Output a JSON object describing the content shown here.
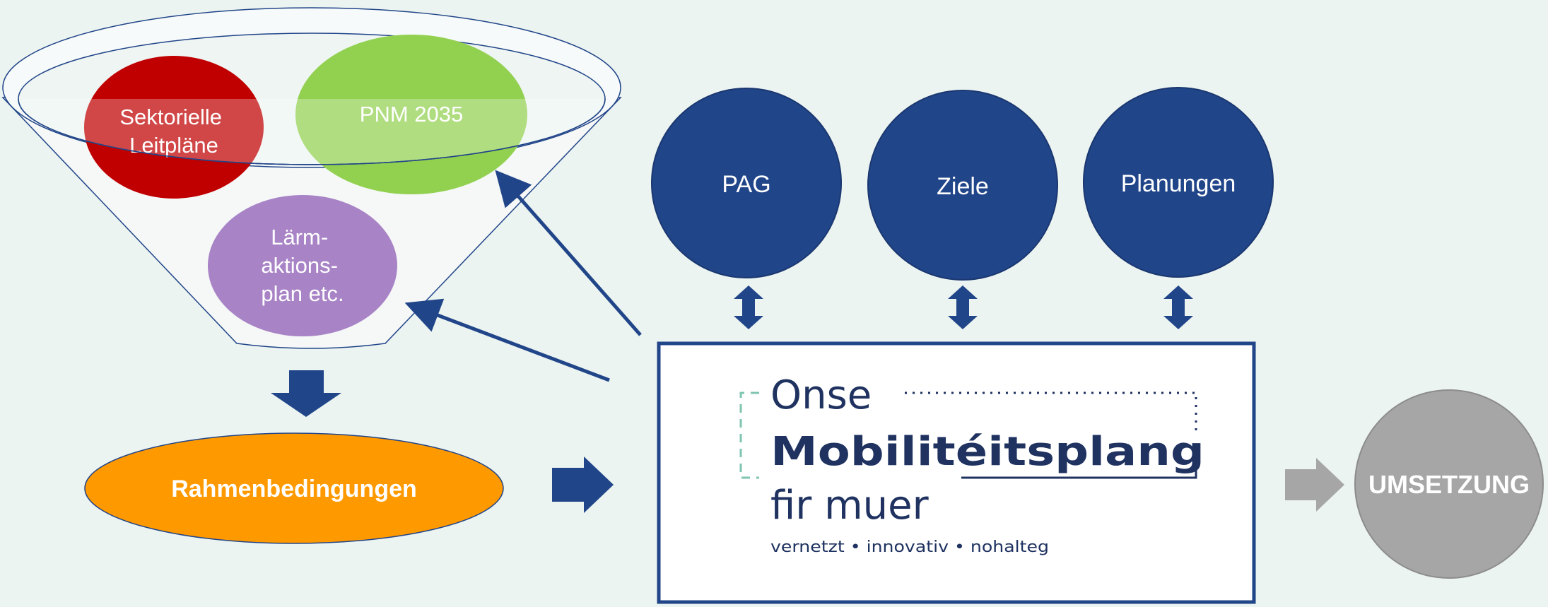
{
  "colors": {
    "background": "#ecf4f1",
    "navy": "#214589",
    "red": "#c00000",
    "green": "#92d050",
    "purple": "#a883c6",
    "orange": "#ff9900",
    "gray": "#a6a6a6",
    "logo_text": "#1f3260",
    "logo_teal": "#7fc4b0"
  },
  "funnel": {
    "items": [
      {
        "lines": [
          "Sektorielle",
          "Leitpläne"
        ]
      },
      {
        "lines": [
          "PNM 2035"
        ]
      },
      {
        "lines": [
          "Lärm-",
          "aktions-",
          "plan etc."
        ]
      }
    ]
  },
  "frame": {
    "label": "Rahmenbedingungen"
  },
  "circles": [
    {
      "label": "PAG"
    },
    {
      "label": "Ziele"
    },
    {
      "label": "Planungen"
    }
  ],
  "logo": {
    "line1": "Onse",
    "line2": "Mobilitéitsplang",
    "line3": "fir muer",
    "tagline": "vernetzt • innovativ • nohalteg"
  },
  "result": {
    "label": "UMSETZUNG"
  },
  "icons": {
    "down_arrow": "block-arrow-down-icon",
    "right_arrow": "block-arrow-right-icon",
    "double_arrow": "double-arrow-vertical-icon",
    "pointer_arrow": "line-arrow-icon"
  }
}
